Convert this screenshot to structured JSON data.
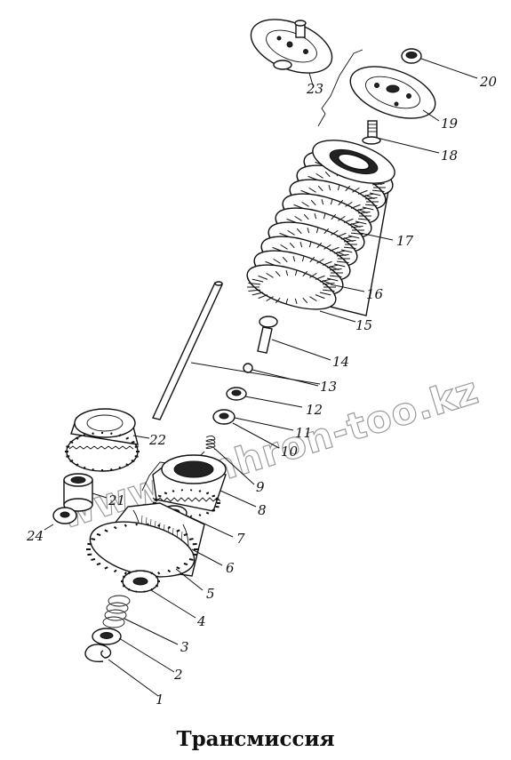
{
  "caption": "Трансмиссия",
  "watermark": "www.sinhron-too.kz",
  "part_numbers": [
    "1",
    "2",
    "3",
    "4",
    "5",
    "6",
    "7",
    "8",
    "9",
    "10",
    "11",
    "12",
    "13",
    "14",
    "15",
    "16",
    "17",
    "18",
    "19",
    "20",
    "21",
    "22",
    "23",
    "24"
  ]
}
